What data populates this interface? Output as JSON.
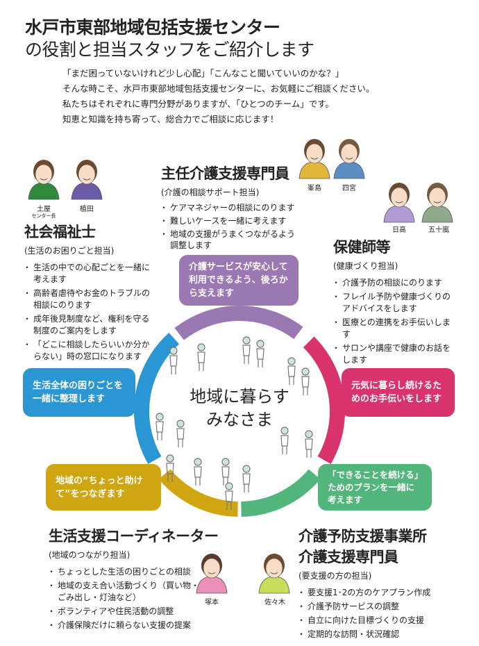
{
  "title": {
    "line1": "水戸市東部地域包括支援センター",
    "line2": "の役割と担当スタッフをご紹介します"
  },
  "intro": [
    "「まだ困っていないけれど少し心配」「こんなこと聞いていいのかな？」",
    "そんな時こそ、水戸市東部地域包括支援センターに、お気軽にご相談ください。",
    "私たちはそれぞれに専門分野がありますが、「ひとつのチーム」です。",
    "知恵と知識を持ち寄って、総合力でご相談に応じます！"
  ],
  "center_text": {
    "line1": "地域に暮らす",
    "line2": "みなさま"
  },
  "colors": {
    "purple": "#9b77b3",
    "blue": "#2a96d4",
    "pink": "#d9336e",
    "gold": "#cfa612",
    "green": "#52b67c"
  },
  "roles": {
    "social_worker": {
      "title": "社会福祉士",
      "subtitle": "(生活のお困りごと担当)",
      "bullets": [
        "生活の中での心配ごとを一緒に考えます",
        "高齢者虐待やお金のトラブルの相談にのります",
        "成年後見制度など、権利を守る制度のご案内をします",
        "「どこに相談したらいいか分からない」時の窓口になります"
      ],
      "staff": [
        {
          "name": "土屋",
          "note": "センター長"
        },
        {
          "name": "植田"
        }
      ],
      "bubble": "生活全体の困りごとを一緒に整理します"
    },
    "chief_care_manager": {
      "title": "主任介護支援専門員",
      "subtitle": "(介護の相談サポート担当)",
      "bullets": [
        "ケアマネジャーの相談にのります",
        "難しいケースを一緒に考えます",
        "地域の支援がうまくつながるよう調整します"
      ],
      "staff": [
        {
          "name": "峯島"
        },
        {
          "name": "四宮"
        }
      ],
      "bubble": "介護サービスが安心して利用できるよう、後ろから支えます"
    },
    "public_health_nurse": {
      "title": "保健師等",
      "subtitle": "(健康づくり担当)",
      "bullets": [
        "介護予防の相談にのります",
        "フレイル予防や健康づくりのアドバイスをします",
        "医療との連携をお手伝いします",
        "サロンや講座で健康のお話をします"
      ],
      "staff": [
        {
          "name": "日高"
        },
        {
          "name": "五十嵐"
        }
      ],
      "bubble": "元気に暮らし続けるためのお手伝いをします"
    },
    "life_support_coordinator": {
      "title": "生活支援コーディネーター",
      "subtitle": "(地域のつながり担当)",
      "bullets": [
        "ちょっとした生活の困りごとの相談",
        "地域の支え合い活動づくり（買い物・ごみ出し・灯油など）",
        "ボランティアや住民活動の調整",
        "介護保険だけに頼らない支援の提案"
      ],
      "staff": [
        {
          "name": "塚本"
        }
      ],
      "bubble": "地域の“ちょっと助けて”をつなぎます"
    },
    "prevention_care_manager": {
      "title1": "介護予防支援事業所",
      "title2": "介護支援専門員",
      "subtitle": "(要支援の方の担当)",
      "bullets": [
        "要支援1･2の方のケアプラン作成",
        "介護予防サービスの調整",
        "自立に向けた目標づくりの支援",
        "定期的な訪問・状況確認"
      ],
      "staff": [
        {
          "name": "佐々木"
        }
      ],
      "bubble": "「できることを続ける」ためのプランを一緒に考えます"
    }
  }
}
